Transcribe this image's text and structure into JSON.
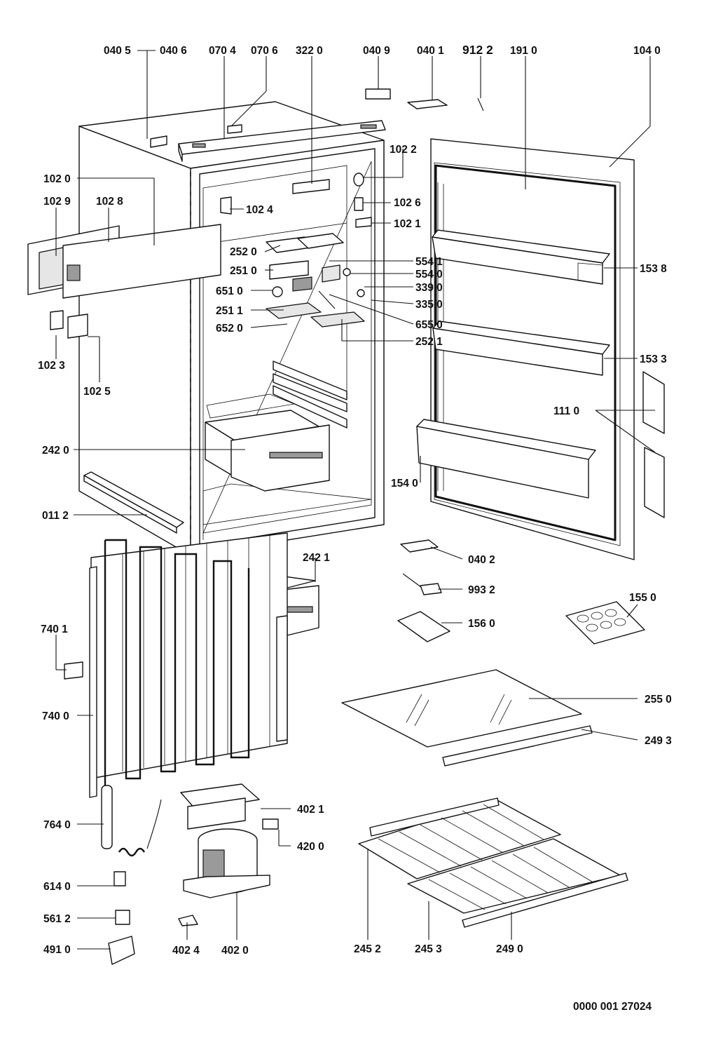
{
  "drawing_number": "0000 001 27024",
  "labels": {
    "l0405": "040 5",
    "l0406": "040 6",
    "l0704": "070 4",
    "l0706": "070 6",
    "l3220": "322 0",
    "l0409": "040 9",
    "l0401": "040 1",
    "l9122": "912 2",
    "l1910": "191 0",
    "l1040": "104 0",
    "l1020": "102 0",
    "l1022": "102 2",
    "l1029": "102 9",
    "l1028": "102 8",
    "l1024": "102 4",
    "l1026": "102 6",
    "l1021": "102 1",
    "l2520": "252 0",
    "l5541": "554 1",
    "l2510": "251 0",
    "l5540": "554 0",
    "l1538": "153 8",
    "l6510": "651 0",
    "l3390": "339 0",
    "l3350": "335 0",
    "l2511": "251 1",
    "l6520": "652 0",
    "l6550": "655 0",
    "l1023": "102 3",
    "l2521": "252 1",
    "l1533": "153 3",
    "l1025": "102 5",
    "l1110": "111 0",
    "l2420": "242 0",
    "l1540": "154 0",
    "l0112": "011 2",
    "l0402": "040 2",
    "l2421": "242 1",
    "l9932": "993 2",
    "l1550": "155 0",
    "l7401": "740 1",
    "l1560": "156 0",
    "l2550": "255 0",
    "l7400": "740 0",
    "l2493": "249 3",
    "l4021": "402 1",
    "l7640": "764 0",
    "l4200": "420 0",
    "l6140": "614 0",
    "l5612": "561 2",
    "l4910": "491 0",
    "l4024": "402 4",
    "l4020": "402 0",
    "l2452": "245 2",
    "l2453": "245 3",
    "l2490": "249 0"
  }
}
